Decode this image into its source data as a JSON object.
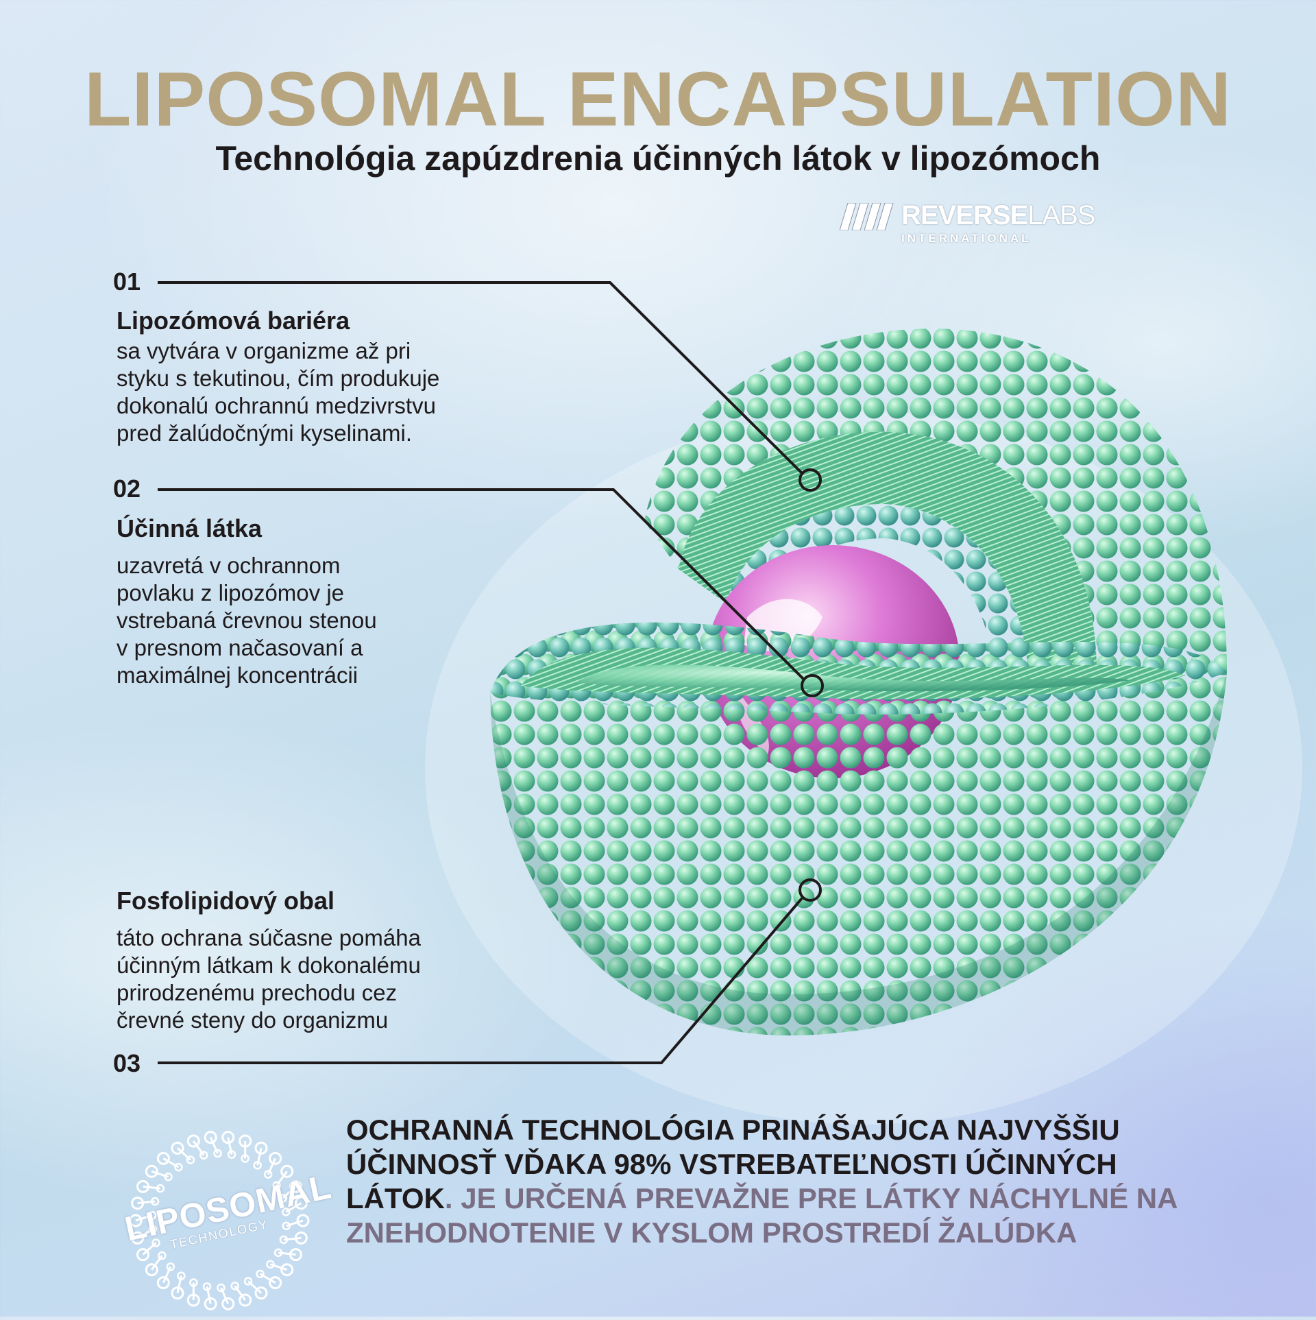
{
  "header": {
    "title": "LIPOSOMAL ENCAPSULATION",
    "subtitle": "Technológia zapúzdrenia účinných látok v lipozómoch"
  },
  "brand": {
    "name_bold": "REVERSE",
    "name_light": "LABS",
    "sub": "INTERNATIONAL"
  },
  "callouts": [
    {
      "number": "01",
      "heading": "Lipozómová bariéra",
      "lines": [
        "sa vytvára v organizme až pri",
        "styku s tekutinou, čím produkuje",
        "dokonalú ochrannú medzivrstvu",
        "pred žalúdočnými kyselinami."
      ]
    },
    {
      "number": "02",
      "heading": "Účinná látka",
      "lines": [
        "uzavretá v ochrannom",
        "povlaku z lipozómov je",
        "vstrebaná črevnou stenou",
        "v presnom načasovaní a",
        "maximálnej koncentrácii"
      ]
    },
    {
      "number": "03",
      "heading": "Fosfolipidový obal",
      "lines": [
        "táto ochrana súčasne pomáha",
        "účinným látkam k dokonalému",
        "prirodzenému prechodu cez",
        "črevné steny do organizmu"
      ]
    }
  ],
  "badge": {
    "title": "LIPOSOMAL",
    "sub": "TECHNOLOGY"
  },
  "footer": {
    "dark": "OCHRANNÁ TECHNOLÓGIA PRINÁŠAJÚCA NAJVYŠŠIU ÚČINNOSŤ  VĎAKA  98%  VSTREBATEĽNOSTI ÚČINNÝCH LÁTOK",
    "light": ". JE URČENÁ PREVAŽNE PRE LÁTKY NÁCHYLNÉ NA ZNEHODNOTENIE V KYSLOM PROSTREDÍ ŽALÚDKA"
  },
  "colors": {
    "title_gold": "#b7a57f",
    "text_dark": "#1e1a1c",
    "text_muted": "#7a6e84",
    "membrane_green": "#7fd1a4",
    "core_pink": "#d764d0"
  }
}
